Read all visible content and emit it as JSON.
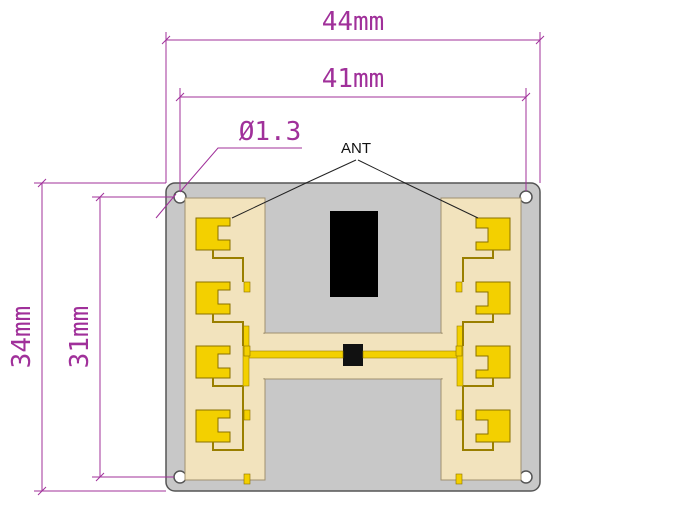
{
  "dimensions": {
    "outer_width": "44mm",
    "inner_width": "41mm",
    "outer_height": "34mm",
    "inner_height": "31mm",
    "hole_diameter": "Ø1.3"
  },
  "callouts": {
    "antenna": "ANT"
  },
  "colors": {
    "dimension_line": "#a0309a",
    "board": "#c8c8c8",
    "board_edge": "#555555",
    "antenna_substrate": "#f2e3bd",
    "antenna_metal": "#f3d000",
    "chip": "#000000"
  }
}
